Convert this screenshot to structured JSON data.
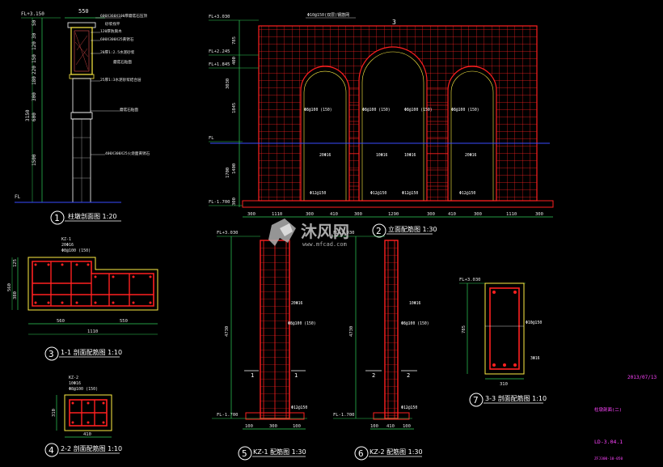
{
  "drawing1": {
    "title": "柱墩剖面图 1:20",
    "number": "1",
    "top_dim": "550",
    "level_top": "FL+3.150",
    "level_bottom": "FL",
    "dims": [
      "50",
      "30",
      "120",
      "150",
      "220",
      "180",
      "300",
      "600",
      "3150",
      "1500"
    ],
    "notes": [
      "600X360X100厚蘑菇石压顶",
      "砂浆找平",
      "120厚防腐木",
      "600X300X25黄锈石",
      "20厚1:2.5水泥砂浆",
      "蘑菇石贴面",
      "400X300X25火烧面黄锈石",
      "25厚1:3水泥砂浆结合层"
    ]
  },
  "drawing2": {
    "title": "立面配筋图 1:30",
    "number": "2",
    "levels": [
      "FL+3.030",
      "FL+2.245",
      "FL+1.845",
      "FL",
      "FL-1.700"
    ],
    "left_dims": [
      "785",
      "400",
      "3030",
      "1845",
      "1400",
      "1700",
      "300"
    ],
    "bottom_dims": [
      "300",
      "1110",
      "300",
      "410",
      "300",
      "1290",
      "300",
      "410",
      "300",
      "1110",
      "300"
    ],
    "top_note": "Φ10@150(双层)钢筋网",
    "section_mark": "3",
    "rebar_labels": [
      "Φ8@100 (150)",
      "Φ8@100 (150)",
      "Φ8@100 (150)",
      "Φ8@100 (150)"
    ],
    "bar_labels": [
      "20Φ16",
      "10Φ16",
      "10Φ16",
      "20Φ16"
    ],
    "base_labels": [
      "Φ12@150",
      "Φ12@150",
      "Φ12@150",
      "Φ12@150"
    ]
  },
  "drawing3": {
    "title": "1-1 剖面配筋图 1:10",
    "number": "3",
    "label": "KZ-1",
    "bars": "20Φ16",
    "stirrup": "Φ8@100 (150)",
    "dims_left": [
      "125",
      "380",
      "560"
    ],
    "dims_bottom": [
      "560",
      "550",
      "1110"
    ]
  },
  "drawing4": {
    "title": "2-2 剖面配筋图 1:10",
    "number": "4",
    "label": "KZ-2",
    "bars": "10Φ16",
    "stirrup": "Φ8@100 (150)",
    "dim_left": "310",
    "dim_bottom": "410"
  },
  "drawing5": {
    "title": "KZ-1 配筋图 1:30",
    "number": "5",
    "level_top": "FL+3.030",
    "level_bottom": "FL-1.700",
    "height": "4730",
    "bars": "20Φ16",
    "stirrup": "Φ8@100 (150)",
    "base": "Φ12@150",
    "section": "1",
    "bottom_dims": [
      "100",
      "300",
      "100"
    ]
  },
  "drawing6": {
    "title": "KZ-2 配筋图 1:30",
    "number": "6",
    "level_top": "FL+3.030",
    "level_bottom": "FL-1.700",
    "height": "4730",
    "bars": "10Φ16",
    "stirrup": "Φ8@100 (150)",
    "base": "Φ12@150",
    "section": "2",
    "bottom_dims": [
      "100",
      "410",
      "100"
    ]
  },
  "drawing7": {
    "title": "3-3 剖面配筋图 1:10",
    "number": "7",
    "level": "FL+3.030",
    "rebar1": "Φ10@150",
    "rebar2": "3Φ16",
    "dim_left": "785",
    "dim_bottom": "310"
  },
  "sheet": {
    "date": "2013/07/13",
    "project": "柱墩剖面(二)",
    "code": "LD-3.04.1",
    "sub": "ZFJ300-10-050"
  },
  "watermark": {
    "brand": "沐风网",
    "url": "www.mfcad.com"
  },
  "colors": {
    "rebar": "#ff2020",
    "outline": "#ffffff",
    "dimension": "#2fd15a",
    "text": "#e8e8e8",
    "ground": "#3a4dff",
    "title": "#ffffff",
    "meta": "#ff44ff"
  }
}
